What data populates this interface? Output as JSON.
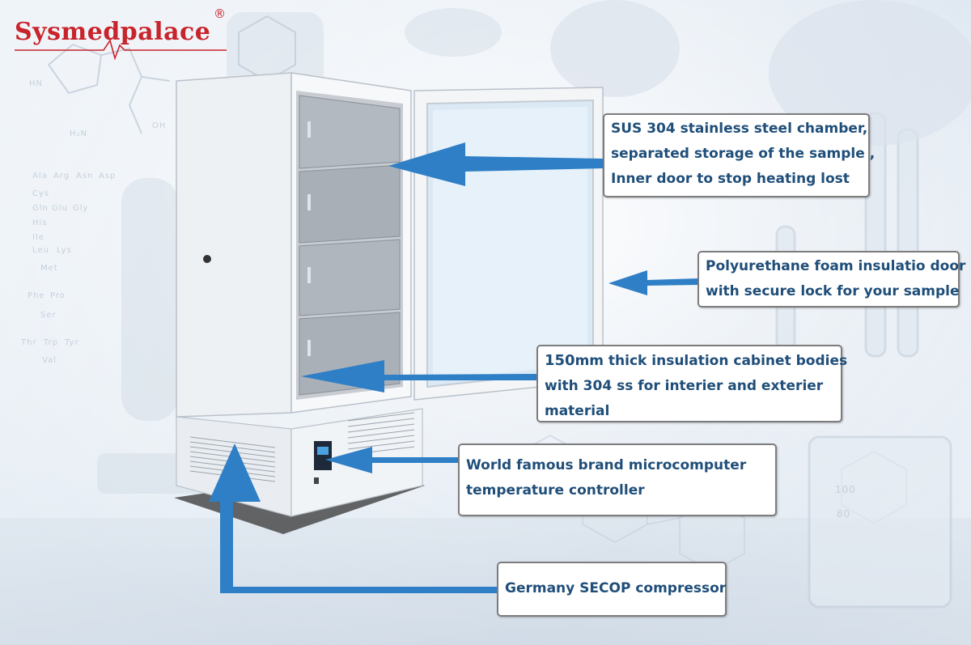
{
  "brand": {
    "name": "Sysmedpalace",
    "registered_mark": "®",
    "color": "#c8242b"
  },
  "background": {
    "amino_acids": [
      "Ala",
      "Arg",
      "Asn",
      "Asp",
      "Cys",
      "Gln",
      "Glu",
      "Gly",
      "His",
      "Ile",
      "Leu",
      "Lys",
      "Met",
      "Phe",
      "Pro",
      "Ser",
      "Thr",
      "Trp",
      "Tyr",
      "Val"
    ],
    "chem_labels": [
      "HN",
      "H₂N",
      "OH"
    ],
    "beaker_marks": [
      "100",
      "80"
    ]
  },
  "colors": {
    "callout_text": "#1f4e79",
    "arrow": "#2e7fc6",
    "callout_border": "#7d7d7d"
  },
  "callouts": [
    {
      "id": "chamber",
      "lines": [
        "SUS 304 stainless steel chamber,",
        "separated storage of the sample ,",
        "Inner door to stop heating lost"
      ]
    },
    {
      "id": "door",
      "lines": [
        "Polyurethane foam insulatio door",
        "with secure lock for your sample"
      ]
    },
    {
      "id": "insulation",
      "number": "150",
      "lines": [
        "mm thick insulation cabinet bodies",
        "with 304 ss  for interier and exterier",
        "material"
      ]
    },
    {
      "id": "controller",
      "lines": [
        "World famous brand microcomputer",
        "temperature controller"
      ]
    },
    {
      "id": "compressor",
      "lines": [
        "Germany  SECOP compressor"
      ]
    }
  ]
}
